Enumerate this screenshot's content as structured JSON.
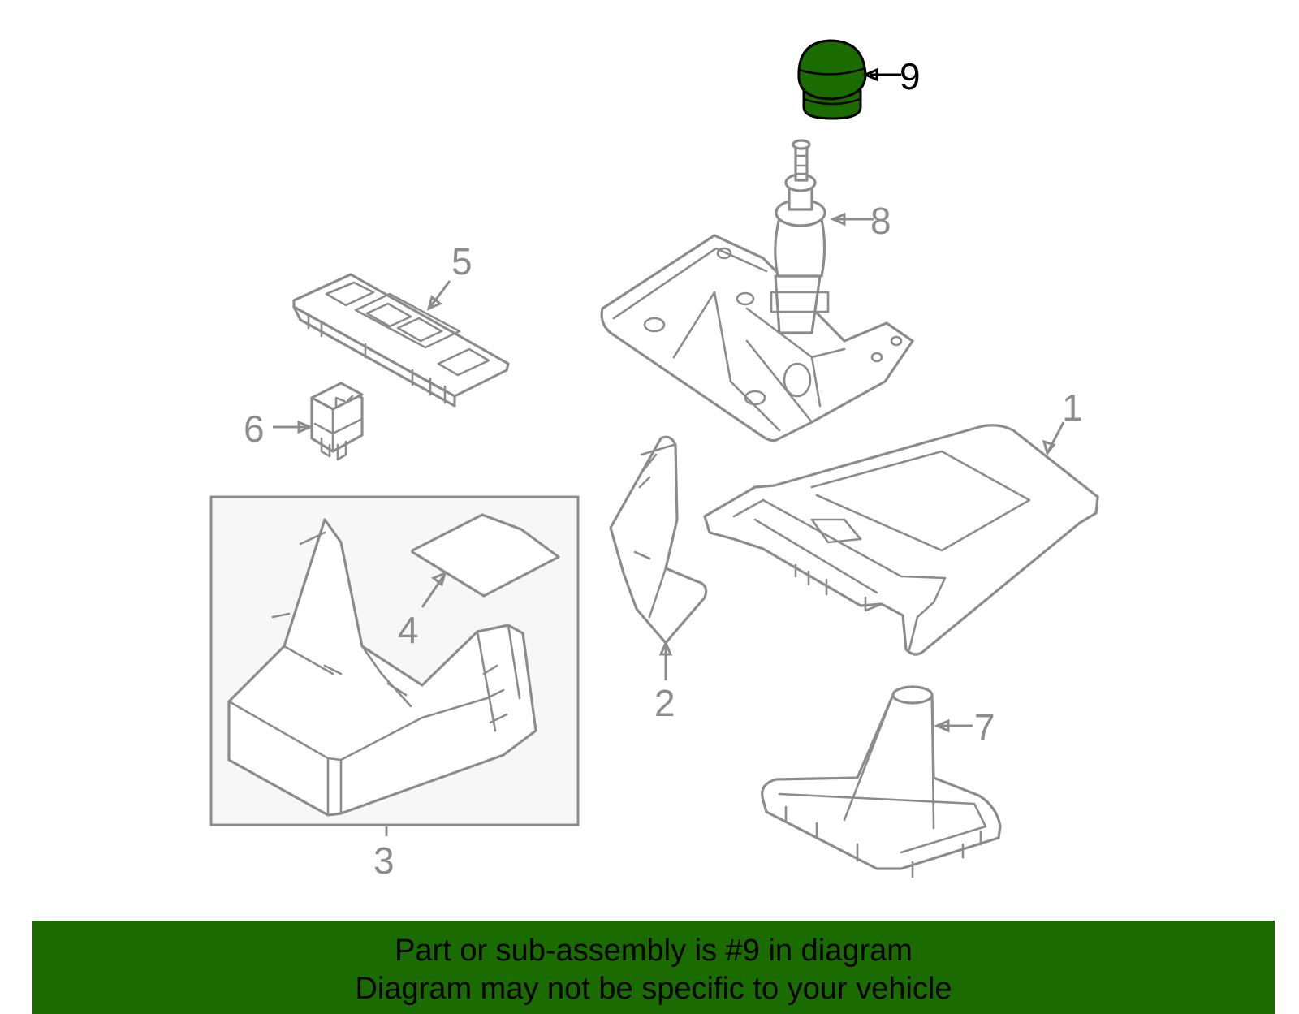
{
  "colors": {
    "line": "#8c8c8c",
    "highlight_fill": "#1a6b00",
    "banner_bg": "#1a6b00",
    "text": "#000000",
    "box_bg": "#f7f7f7"
  },
  "callouts": [
    {
      "id": "1",
      "label": "1",
      "selected": false
    },
    {
      "id": "2",
      "label": "2",
      "selected": false
    },
    {
      "id": "3",
      "label": "3",
      "selected": false
    },
    {
      "id": "4",
      "label": "4",
      "selected": false
    },
    {
      "id": "5",
      "label": "5",
      "selected": false
    },
    {
      "id": "6",
      "label": "6",
      "selected": false
    },
    {
      "id": "7",
      "label": "7",
      "selected": false
    },
    {
      "id": "8",
      "label": "8",
      "selected": false
    },
    {
      "id": "9",
      "label": "9",
      "selected": true
    }
  ],
  "banner": {
    "line1": "Part or sub-assembly is #9 in diagram",
    "line2": "Diagram may not be specific to your vehicle"
  }
}
